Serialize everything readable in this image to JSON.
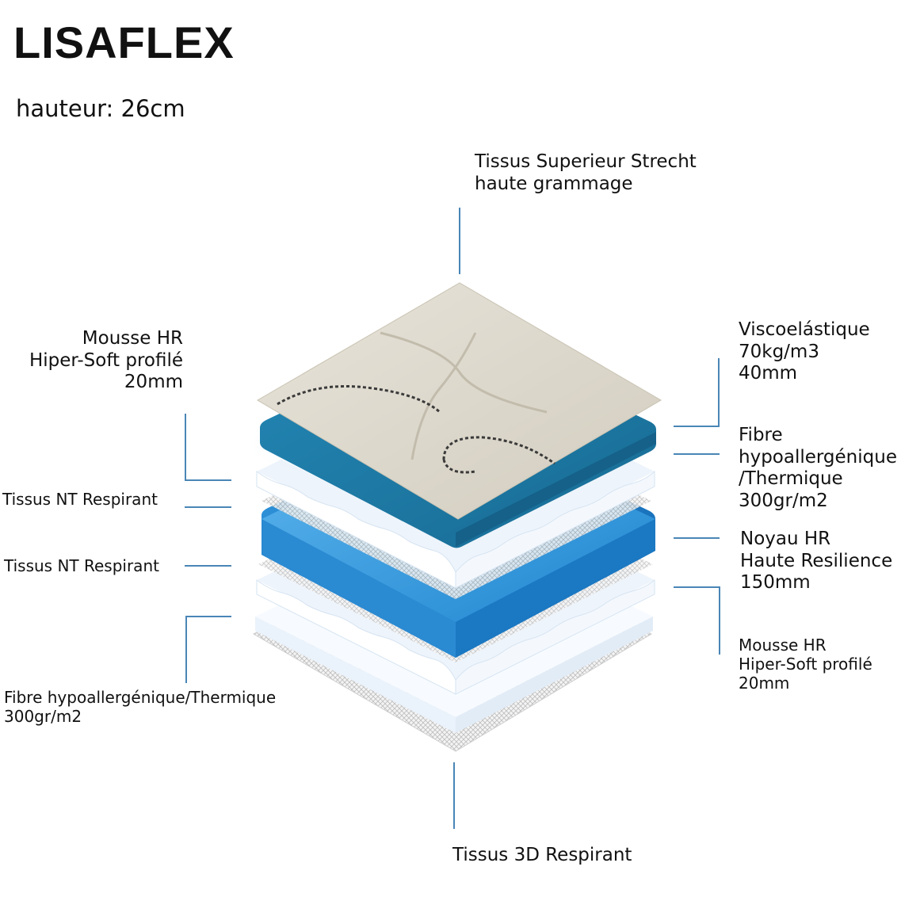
{
  "title": "LISAFLEX",
  "subtitle": "hauteur: 26cm",
  "labels": {
    "top": "Tissus Superieur Strecht\nhaute grammage",
    "mousse_left": "Mousse HR\nHiper-Soft profilé\n20mm",
    "nt_1": "Tissus NT Respirant",
    "nt_2": "Tissus NT Respirant",
    "fibre_left": "Fibre hypoallergénique/Thermique\n300gr/m2",
    "visco": "Viscoelástique\n70kg/m3\n40mm",
    "fibre_right": "Fibre\nhypoallergénique\n/Thermique\n300gr/m2",
    "noyau": "Noyau HR\nHaute Resilience\n150mm",
    "mousse_right": "Mousse HR\nHiper-Soft profilé\n20mm",
    "bottom": "Tissus 3D Respirant"
  },
  "colors": {
    "leader": "#4a86b6",
    "fabric": "#ddd8cc",
    "visco": "#1f7aa5",
    "core": "#2f95d8",
    "foam": "#eef4fb"
  }
}
